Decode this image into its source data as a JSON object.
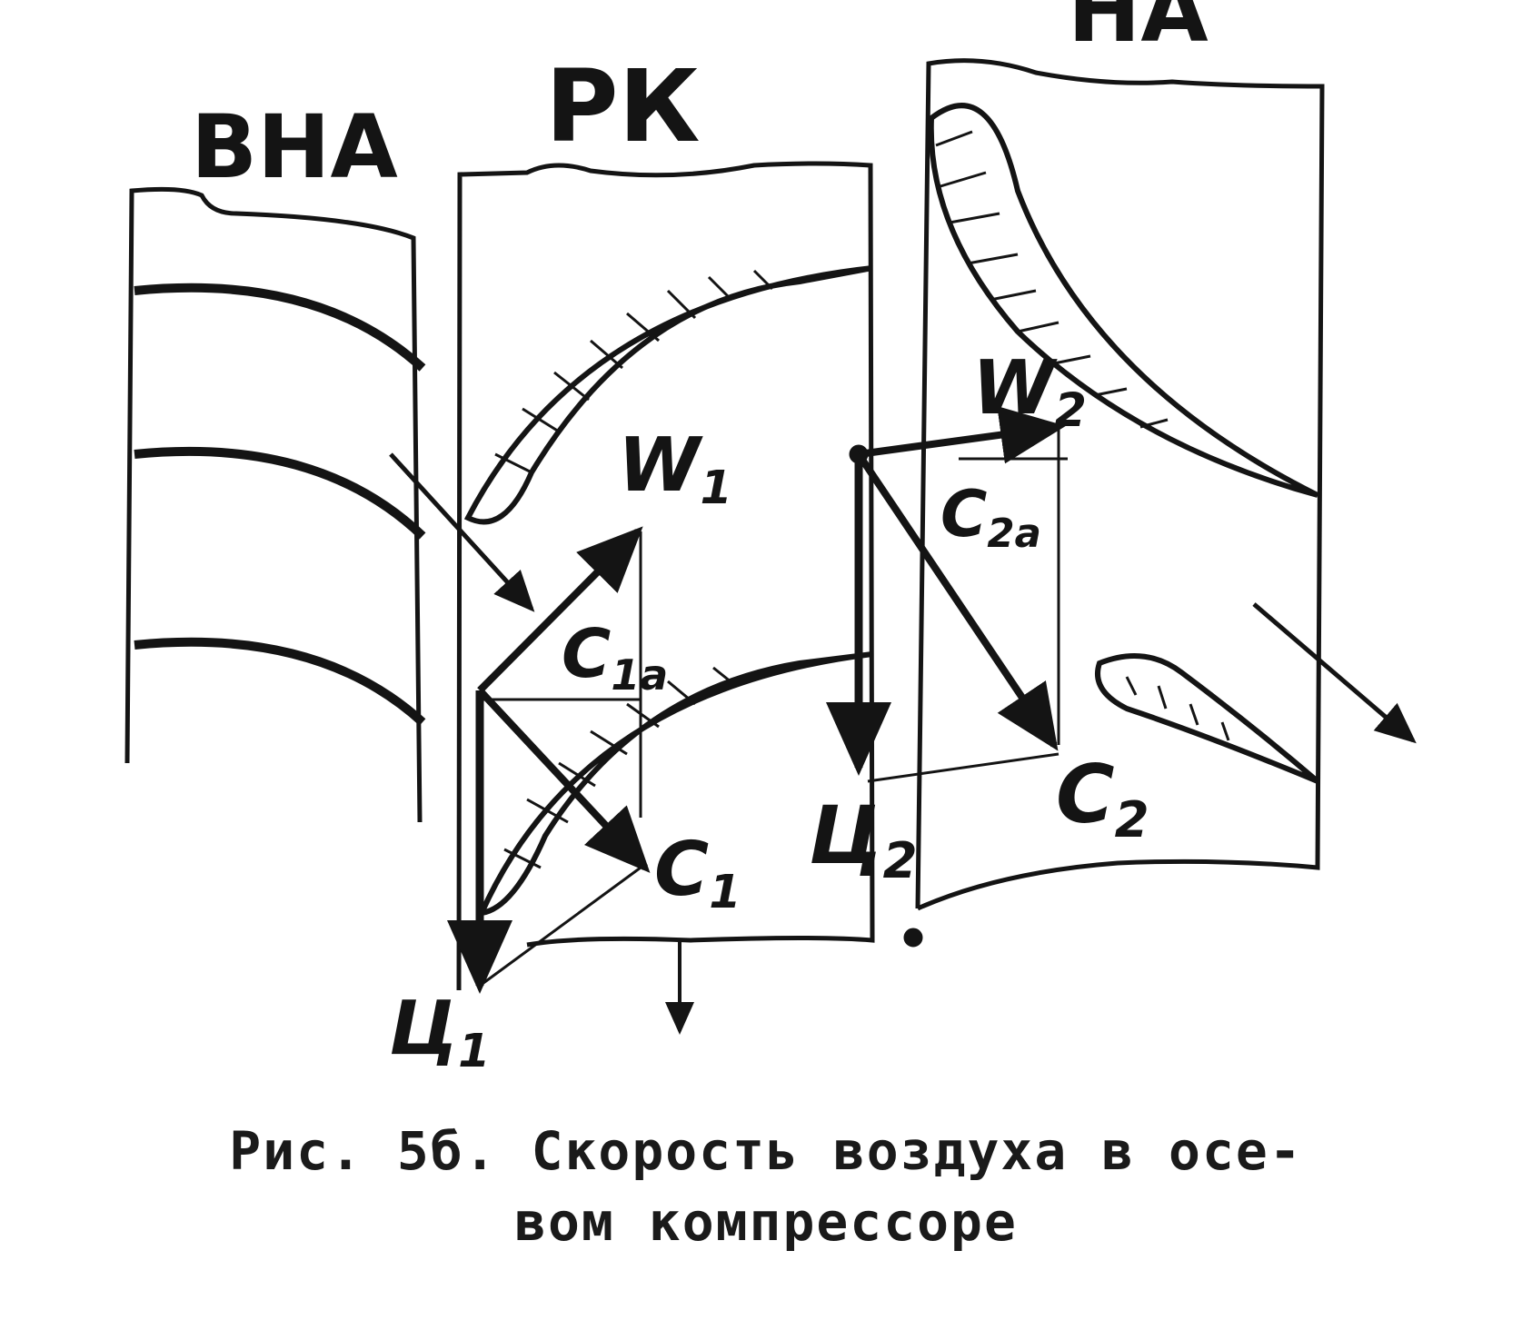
{
  "labels": {
    "vna": "ВНА",
    "rk": "РК",
    "na": "НА",
    "w1": {
      "main": "W",
      "sub": "1"
    },
    "w2": {
      "main": "W",
      "sub": "2"
    },
    "c1": {
      "main": "C",
      "sub": "1"
    },
    "c2": {
      "main": "C",
      "sub": "2"
    },
    "c1a": {
      "main": "C",
      "sub": "1a"
    },
    "c2a": {
      "main": "C",
      "sub": "2a"
    },
    "u1": {
      "main": "Ц",
      "sub": "1"
    },
    "u2": {
      "main": "Ц",
      "sub": "2"
    }
  },
  "caption": {
    "line1": "Рис. 5б. Скорость воздуха в осе-",
    "line2": "вом компрессоре"
  },
  "colors": {
    "ink": "#141414",
    "paper": "#ffffff"
  }
}
